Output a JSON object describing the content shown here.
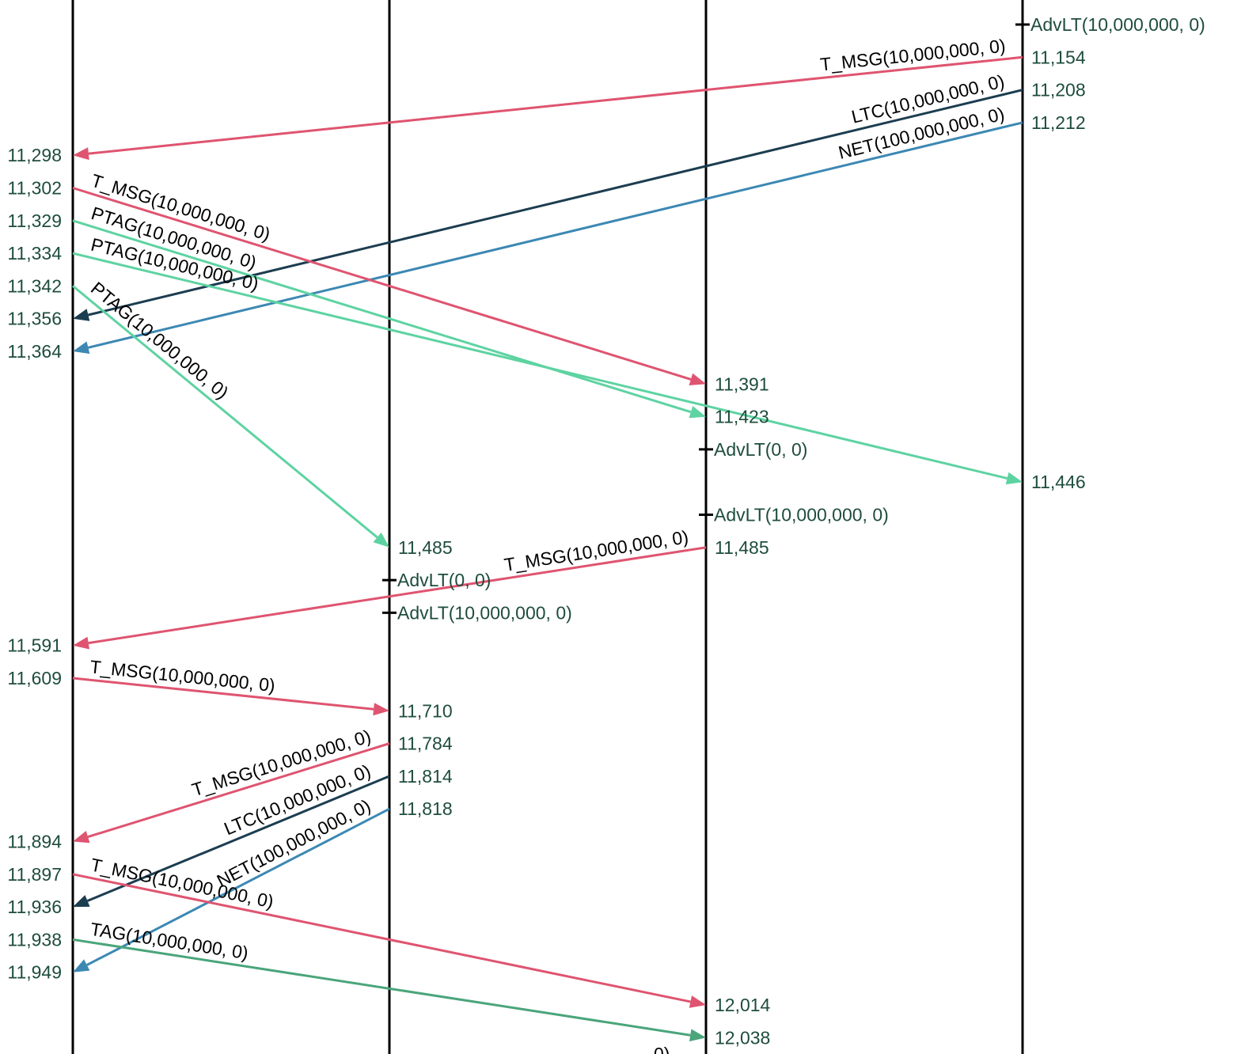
{
  "colors": {
    "t_msg": "#df5470",
    "ltc": "#1c3d50",
    "net": "#3c88b3",
    "ptag": "#5ed3a2",
    "tag": "#4aa57b",
    "time_label": "#1e4d3c",
    "lifeline": "#000000"
  },
  "lifelines": 4,
  "events": [
    {
      "row": 0,
      "lifeline": 3,
      "kind": "tick",
      "label": "AdvLT(10,000,000, 0)"
    },
    {
      "row": 1,
      "lifeline": 3,
      "kind": "time",
      "label": "11,154"
    },
    {
      "row": 2,
      "lifeline": 3,
      "kind": "time",
      "label": "11,208"
    },
    {
      "row": 3,
      "lifeline": 3,
      "kind": "time",
      "label": "11,212"
    },
    {
      "row": 4,
      "lifeline": 0,
      "kind": "time",
      "label": "11,298"
    },
    {
      "row": 5,
      "lifeline": 0,
      "kind": "time",
      "label": "11,302"
    },
    {
      "row": 6,
      "lifeline": 0,
      "kind": "time",
      "label": "11,329"
    },
    {
      "row": 7,
      "lifeline": 0,
      "kind": "time",
      "label": "11,334"
    },
    {
      "row": 8,
      "lifeline": 0,
      "kind": "time",
      "label": "11,342"
    },
    {
      "row": 9,
      "lifeline": 0,
      "kind": "time",
      "label": "11,356"
    },
    {
      "row": 10,
      "lifeline": 0,
      "kind": "time",
      "label": "11,364"
    },
    {
      "row": 11,
      "lifeline": 2,
      "kind": "time",
      "label": "11,391"
    },
    {
      "row": 12,
      "lifeline": 2,
      "kind": "time",
      "label": "11,423"
    },
    {
      "row": 13,
      "lifeline": 2,
      "kind": "tick",
      "label": "AdvLT(0, 0)"
    },
    {
      "row": 14,
      "lifeline": 3,
      "kind": "time",
      "label": "11,446"
    },
    {
      "row": 15,
      "lifeline": 2,
      "kind": "tick",
      "label": "AdvLT(10,000,000, 0)"
    },
    {
      "row": 16,
      "lifeline": 1,
      "kind": "time",
      "label": "11,485"
    },
    {
      "row": 16,
      "lifeline": 2,
      "kind": "time",
      "label": "11,485"
    },
    {
      "row": 17,
      "lifeline": 1,
      "kind": "tick",
      "label": "AdvLT(0, 0)"
    },
    {
      "row": 18,
      "lifeline": 1,
      "kind": "tick",
      "label": "AdvLT(10,000,000, 0)"
    },
    {
      "row": 19,
      "lifeline": 0,
      "kind": "time",
      "label": "11,591"
    },
    {
      "row": 20,
      "lifeline": 0,
      "kind": "time",
      "label": "11,609"
    },
    {
      "row": 21,
      "lifeline": 1,
      "kind": "time",
      "label": "11,710"
    },
    {
      "row": 22,
      "lifeline": 1,
      "kind": "time",
      "label": "11,784"
    },
    {
      "row": 23,
      "lifeline": 1,
      "kind": "time",
      "label": "11,814"
    },
    {
      "row": 24,
      "lifeline": 1,
      "kind": "time",
      "label": "11,818"
    },
    {
      "row": 25,
      "lifeline": 0,
      "kind": "time",
      "label": "11,894"
    },
    {
      "row": 26,
      "lifeline": 0,
      "kind": "time",
      "label": "11,897"
    },
    {
      "row": 27,
      "lifeline": 0,
      "kind": "time",
      "label": "11,936"
    },
    {
      "row": 28,
      "lifeline": 0,
      "kind": "time",
      "label": "11,938"
    },
    {
      "row": 29,
      "lifeline": 0,
      "kind": "time",
      "label": "11,949"
    },
    {
      "row": 30,
      "lifeline": 2,
      "kind": "time",
      "label": "12,014"
    },
    {
      "row": 31,
      "lifeline": 2,
      "kind": "time",
      "label": "12,038"
    }
  ],
  "messages": [
    {
      "label": "T_MSG(10,000,000, 0)",
      "type": "t_msg",
      "from": 3,
      "from_row": 1,
      "to": 0,
      "to_row": 4
    },
    {
      "label": "LTC(10,000,000, 0)",
      "type": "ltc",
      "from": 3,
      "from_row": 2,
      "to": 0,
      "to_row": 9
    },
    {
      "label": "NET(100,000,000, 0)",
      "type": "net",
      "from": 3,
      "from_row": 3,
      "to": 0,
      "to_row": 10
    },
    {
      "label": "T_MSG(10,000,000, 0)",
      "type": "t_msg",
      "from": 0,
      "from_row": 5,
      "to": 2,
      "to_row": 11
    },
    {
      "label": "PTAG(10,000,000, 0)",
      "type": "ptag",
      "from": 0,
      "from_row": 6,
      "to": 2,
      "to_row": 12
    },
    {
      "label": "PTAG(10,000,000, 0)",
      "type": "ptag",
      "from": 0,
      "from_row": 7,
      "to": 3,
      "to_row": 14
    },
    {
      "label": "PTAG(10,000,000, 0)",
      "type": "ptag",
      "from": 0,
      "from_row": 8,
      "to": 1,
      "to_row": 16
    },
    {
      "label": "T_MSG(10,000,000, 0)",
      "type": "t_msg",
      "from": 2,
      "from_row": 16,
      "to": 0,
      "to_row": 19
    },
    {
      "label": "T_MSG(10,000,000, 0)",
      "type": "t_msg",
      "from": 0,
      "from_row": 20,
      "to": 1,
      "to_row": 21
    },
    {
      "label": "T_MSG(10,000,000, 0)",
      "type": "t_msg",
      "from": 1,
      "from_row": 22,
      "to": 0,
      "to_row": 25
    },
    {
      "label": "LTC(10,000,000, 0)",
      "type": "ltc",
      "from": 1,
      "from_row": 23,
      "to": 0,
      "to_row": 27
    },
    {
      "label": "NET(100,000,000, 0)",
      "type": "net",
      "from": 1,
      "from_row": 24,
      "to": 0,
      "to_row": 29
    },
    {
      "label": "T_MSG(10,000,000, 0)",
      "type": "t_msg",
      "from": 0,
      "from_row": 26,
      "to": 2,
      "to_row": 30
    },
    {
      "label": "TAG(10,000,000, 0)",
      "type": "tag",
      "from": 0,
      "from_row": 28,
      "to": 2,
      "to_row": 31
    }
  ],
  "cut_off_fragment": "0)"
}
